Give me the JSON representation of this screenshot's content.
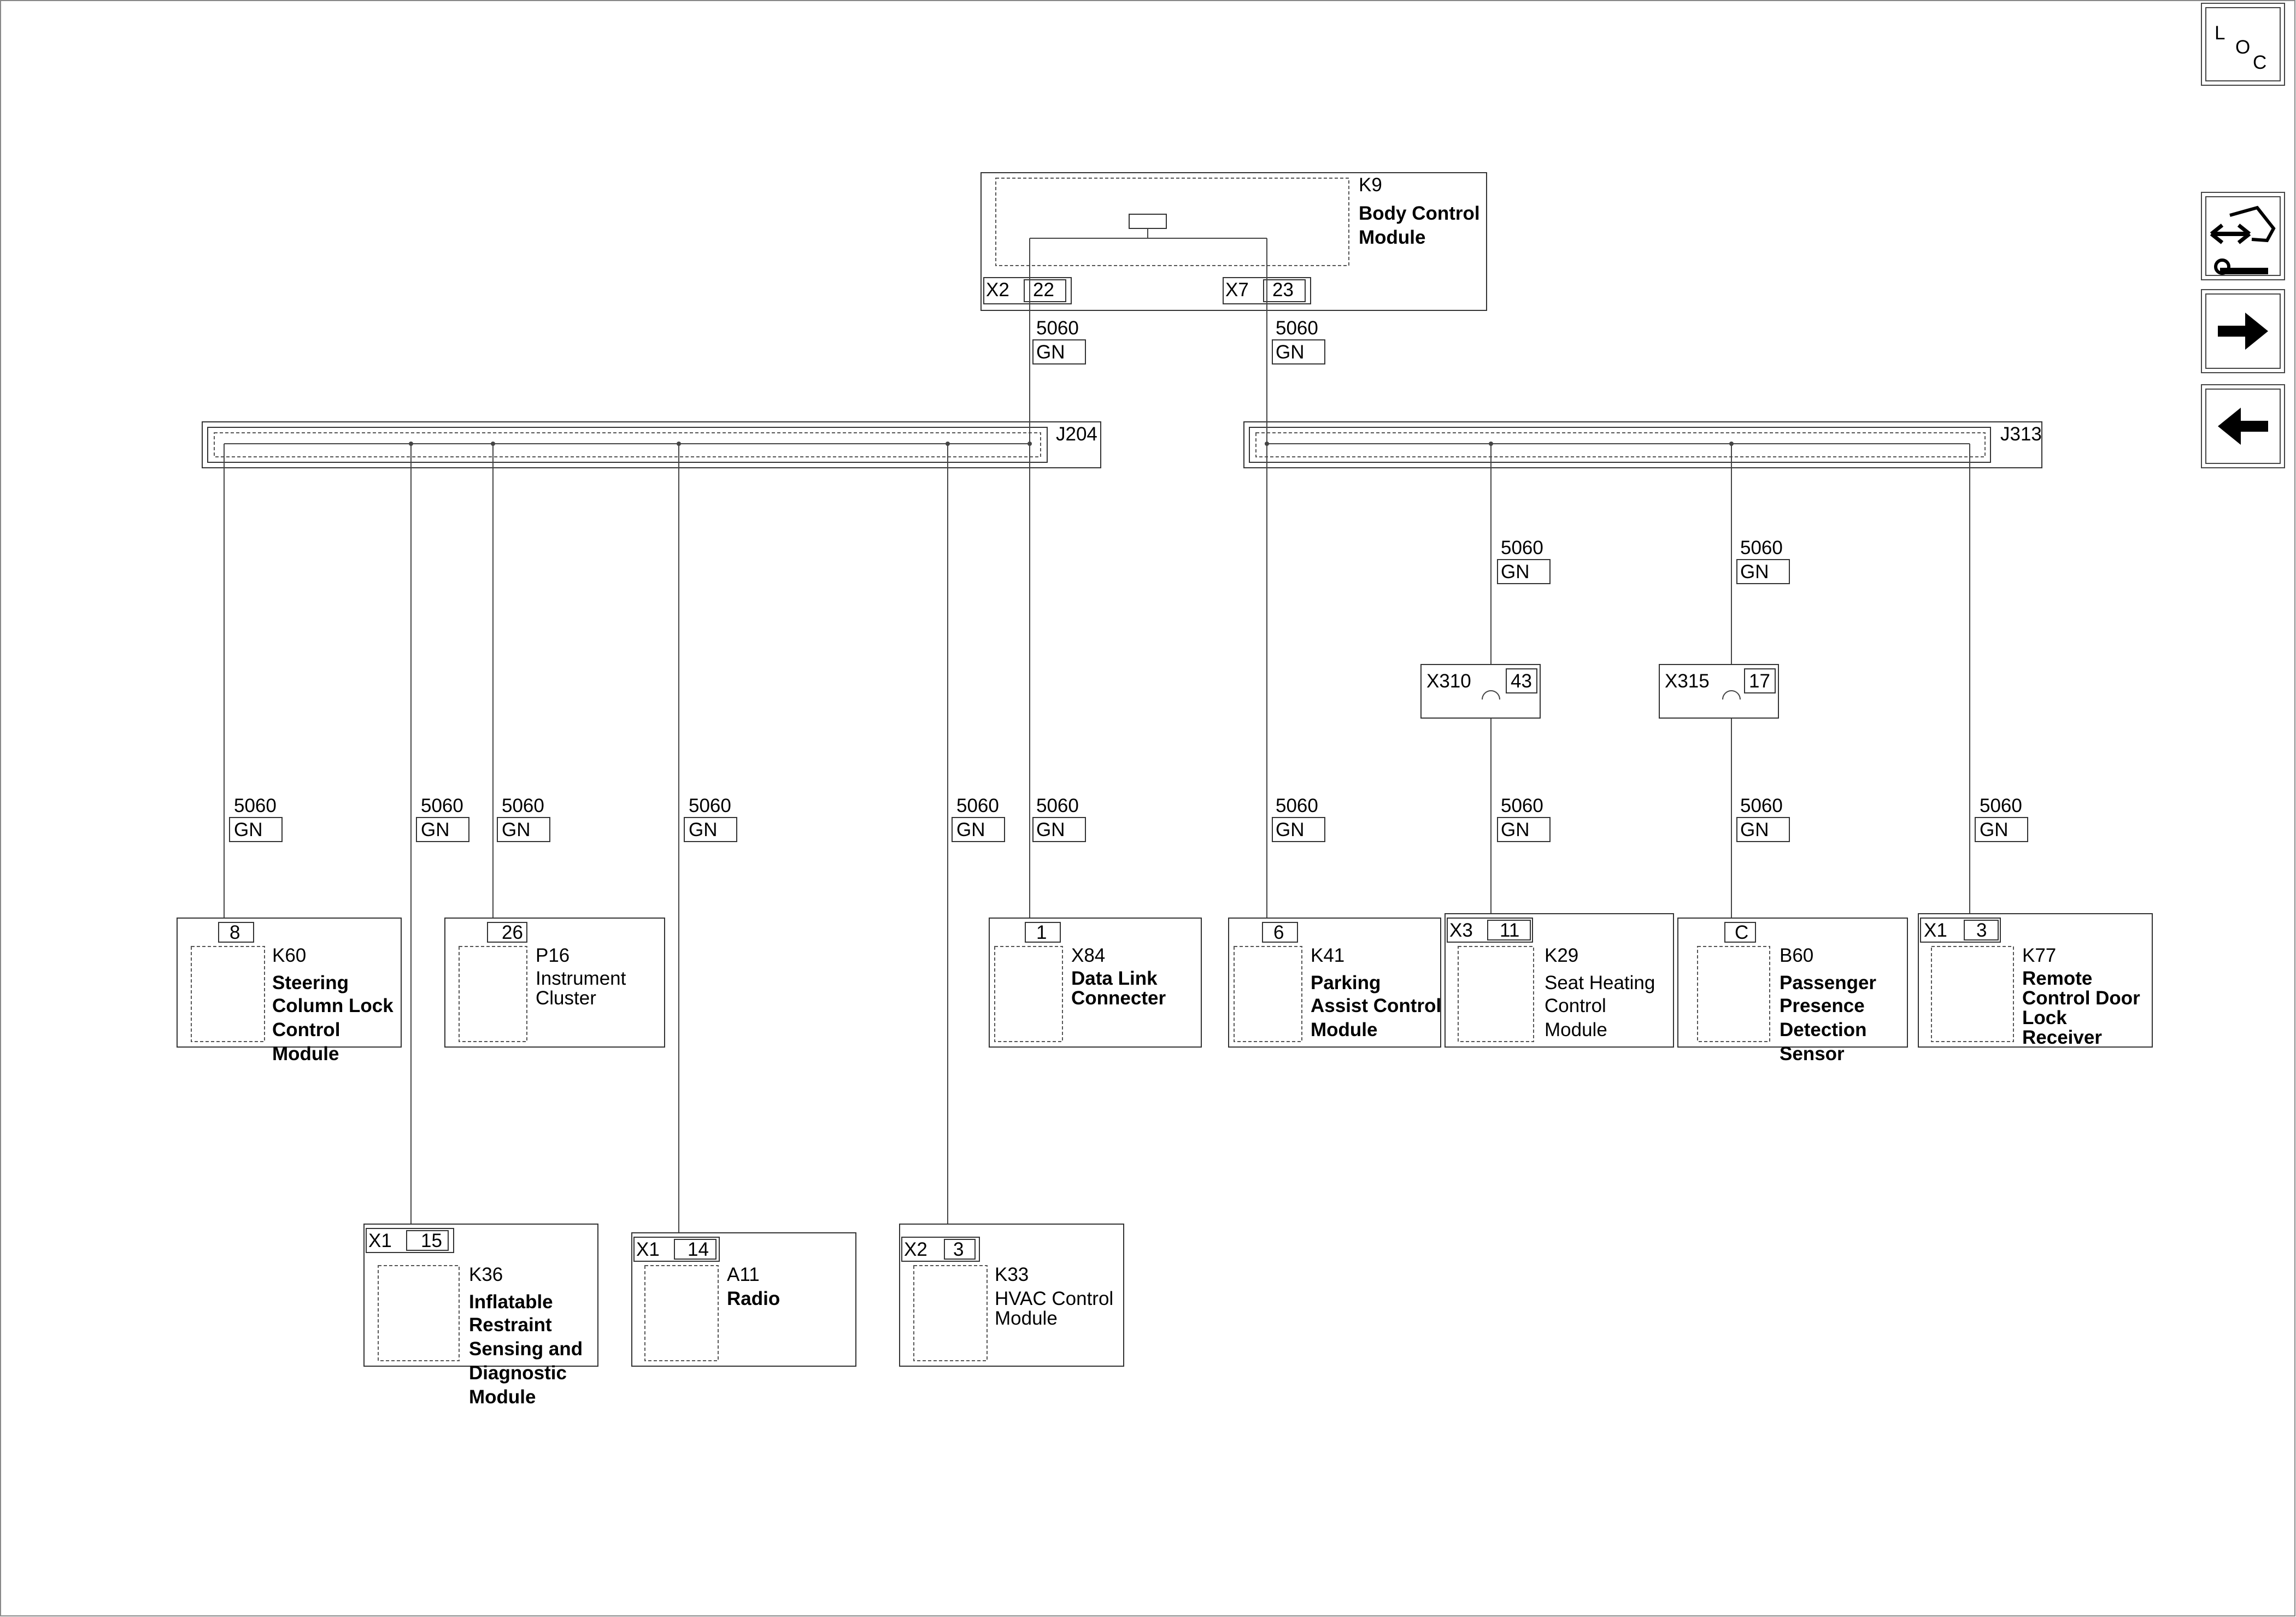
{
  "wire": {
    "circuit": "5060",
    "color": "GN"
  },
  "bcm": {
    "ref": "K9",
    "name_line1": "Body Control",
    "name_line2": "Module",
    "conn_a": "X2",
    "pin_a": "22",
    "conn_b": "X7",
    "pin_b": "23"
  },
  "splices": {
    "left": "J204",
    "right": "J313"
  },
  "inline": {
    "x310": {
      "conn": "X310",
      "pin": "43"
    },
    "x315": {
      "conn": "X315",
      "pin": "17"
    }
  },
  "modules": {
    "k60": {
      "pin": "8",
      "ref": "K60",
      "lines": [
        "Steering",
        "Column Lock",
        "Control",
        "Module"
      ]
    },
    "p16": {
      "pin": "26",
      "ref": "P16",
      "lines": [
        "Instrument",
        "Cluster"
      ]
    },
    "x84": {
      "pin": "1",
      "ref": "X84",
      "lines": [
        "Data Link",
        "Connecter"
      ]
    },
    "k41": {
      "pin": "6",
      "ref": "K41",
      "lines": [
        "Parking",
        "Assist Control",
        "Module"
      ]
    },
    "k29": {
      "conn": "X3",
      "pin": "11",
      "ref": "K29",
      "lines": [
        "Seat Heating",
        "Control",
        "Module"
      ]
    },
    "b60": {
      "pin": "C",
      "ref": "B60",
      "lines": [
        "Passenger",
        "Presence",
        "Detection",
        "Sensor"
      ]
    },
    "k77": {
      "conn": "X1",
      "pin": "3",
      "ref": "K77",
      "lines": [
        "Remote",
        "Control Door",
        "Lock",
        "Receiver"
      ]
    },
    "k36": {
      "conn": "X1",
      "pin": "15",
      "ref": "K36",
      "lines": [
        "Inflatable",
        "Restraint",
        "Sensing and",
        "Diagnostic",
        "Module"
      ]
    },
    "a11": {
      "conn": "X1",
      "pin": "14",
      "ref": "A11",
      "lines": [
        "Radio"
      ]
    },
    "k33": {
      "conn": "X2",
      "pin": "3",
      "ref": "K33",
      "lines": [
        "HVAC Control",
        "Module"
      ]
    }
  },
  "nav": {
    "loc_letters": [
      "L",
      "O",
      "C"
    ],
    "icons": [
      "component-locator-icon",
      "forward-arrow-icon",
      "back-arrow-icon"
    ]
  }
}
